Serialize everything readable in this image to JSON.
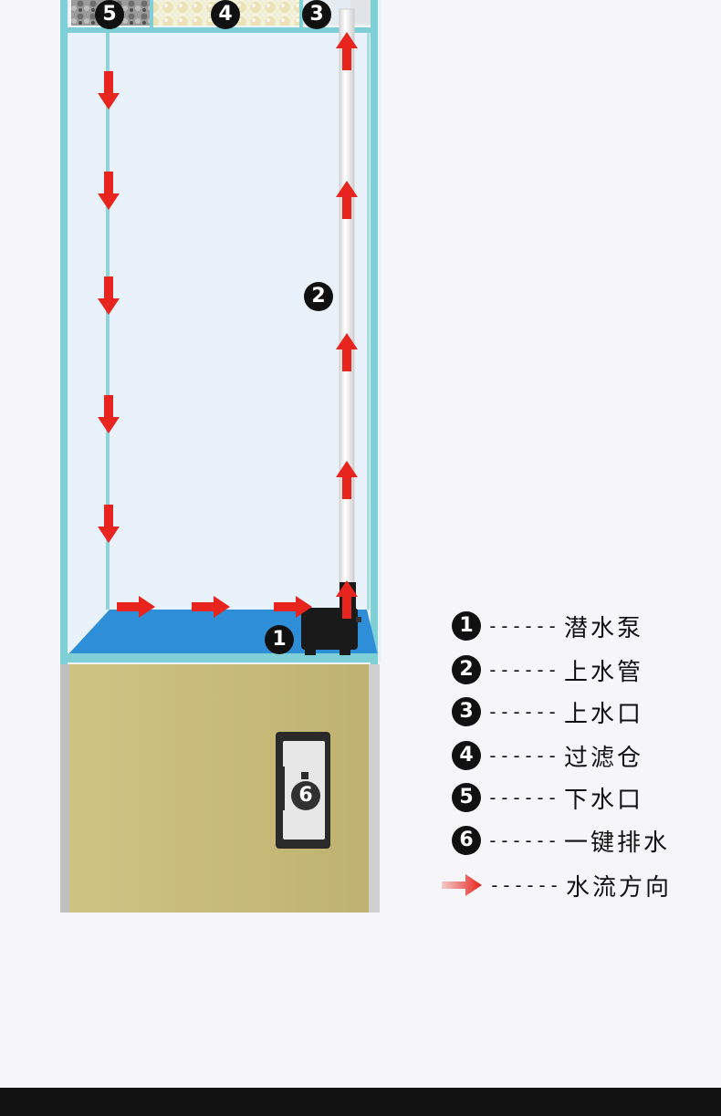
{
  "diagram": {
    "callouts": [
      {
        "id": "5",
        "label": "5"
      },
      {
        "id": "4",
        "label": "4"
      },
      {
        "id": "3",
        "label": "3"
      },
      {
        "id": "2",
        "label": "2"
      },
      {
        "id": "1",
        "label": "1"
      },
      {
        "id": "6",
        "label": "6"
      }
    ]
  },
  "legend": {
    "dash": "------",
    "items": [
      {
        "marker": "1",
        "label": "潜水泵"
      },
      {
        "marker": "2",
        "label": "上水管"
      },
      {
        "marker": "3",
        "label": "上水口"
      },
      {
        "marker": "4",
        "label": "过滤仓"
      },
      {
        "marker": "5",
        "label": "下水口"
      },
      {
        "marker": "6",
        "label": "一键排水"
      },
      {
        "marker": "arrow",
        "label": "水流方向"
      }
    ]
  },
  "colors": {
    "tank_glass": "#e9f2fb",
    "frame": "#7ecfd6",
    "water_bottom": "#2e8fd8",
    "cabinet": "#c9bd7e",
    "arrow": "#e8241e",
    "pump": "#1a1a1a",
    "pipe": "#ffffff"
  }
}
